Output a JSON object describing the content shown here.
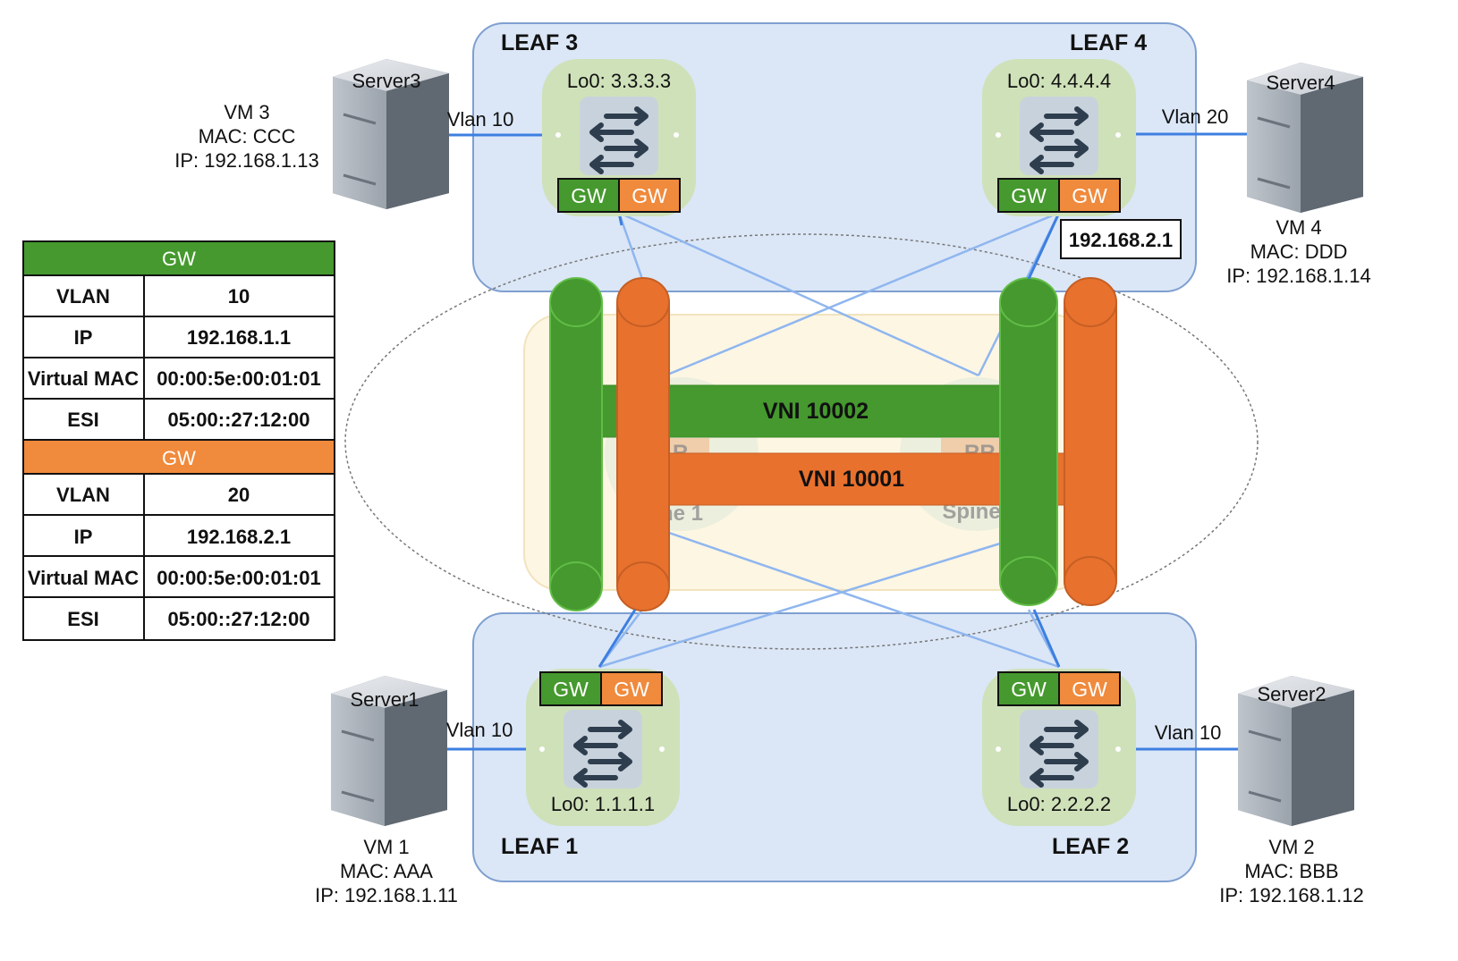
{
  "leaves": {
    "leaf1": {
      "title": "LEAF 1",
      "loopback": "Lo0: 1.1.1.1"
    },
    "leaf2": {
      "title": "LEAF 2",
      "loopback": "Lo0: 2.2.2.2"
    },
    "leaf3": {
      "title": "LEAF 3",
      "loopback": "Lo0: 3.3.3.3"
    },
    "leaf4": {
      "title": "LEAF 4",
      "loopback": "Lo0: 4.4.4.4",
      "gw_ip_box": "192.168.2.1"
    }
  },
  "gw_label": "GW",
  "servers": {
    "server1": {
      "name": "Server1",
      "vlan": "Vlan 10",
      "vm": "VM 1",
      "mac": "MAC: AAA",
      "ip": "IP: 192.168.1.11"
    },
    "server2": {
      "name": "Server2",
      "vlan": "Vlan 10",
      "vm": "VM 2",
      "mac": "MAC: BBB",
      "ip": "IP: 192.168.1.12"
    },
    "server3": {
      "name": "Server3",
      "vlan": "Vlan 10",
      "vm": "VM 3",
      "mac": "MAC: CCC",
      "ip": "IP: 192.168.1.13"
    },
    "server4": {
      "name": "Server4",
      "vlan": "Vlan 20",
      "vm": "VM 4",
      "mac": "MAC: DDD",
      "ip": "IP: 192.168.1.14"
    }
  },
  "vni": {
    "green": "VNI 10002",
    "orange": "VNI 10001"
  },
  "spine_faint": {
    "spine1": "ne 1",
    "spine2": "Spine",
    "rr1": "R",
    "rr2": "RR"
  },
  "gw_table": {
    "green": {
      "header": "GW",
      "rows": [
        {
          "key": "VLAN",
          "value": "10"
        },
        {
          "key": "IP",
          "value": "192.168.1.1"
        },
        {
          "key": "Virtual MAC",
          "value": "00:00:5e:00:01:01"
        },
        {
          "key": "ESI",
          "value": "05:00::27:12:00"
        }
      ]
    },
    "orange": {
      "header": "GW",
      "rows": [
        {
          "key": "VLAN",
          "value": "20"
        },
        {
          "key": "IP",
          "value": "192.168.2.1"
        },
        {
          "key": "Virtual MAC",
          "value": "00:00:5e:00:01:01"
        },
        {
          "key": "ESI",
          "value": "05:00::27:12:00"
        }
      ]
    }
  },
  "colors": {
    "green": "#45992e",
    "orange": "#e8712e",
    "leaf_bg": "#dbe7f7",
    "switch_bg": "#cfe1b9",
    "link_blue": "#3d7fe0"
  }
}
